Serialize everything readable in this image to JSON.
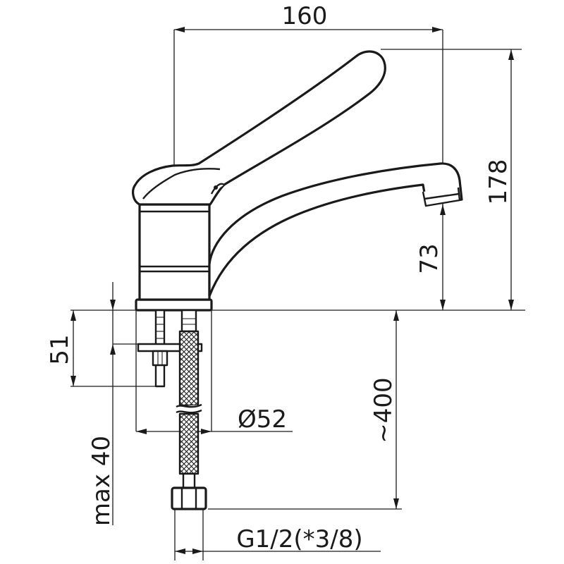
{
  "drawing": {
    "dimensions": {
      "width_total": "160",
      "height_total": "178",
      "spout_height": "73",
      "thread_length": "51",
      "max_deck": "max 40",
      "hole_diameter": "Ø52",
      "hose_length": "~400",
      "connection": "G1/2(*3/8)"
    }
  }
}
